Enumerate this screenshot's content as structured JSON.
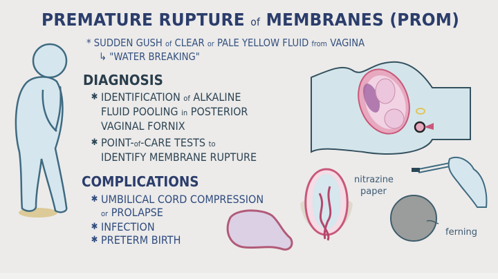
{
  "title": {
    "part1": "PREMATURE RUPTURE ",
    "part2": "of",
    "part3": " MEMBRANES (PROM)"
  },
  "intro": {
    "bullet": "*",
    "text1": "SUDDEN GUSH ",
    "of": "of",
    "text2": " CLEAR ",
    "or": "or",
    "text3": " PALE YELLOW FLUID ",
    "from": "from",
    "text4": " VAGINA",
    "arrow": "↳",
    "sub": "\"WATER BREAKING\""
  },
  "diagnosis": {
    "heading": "DIAGNOSIS",
    "items": [
      {
        "line1a": "IDENTIFICATION ",
        "line1b": "of",
        "line1c": " ALKALINE",
        "line2a": "FLUID POOLING ",
        "line2b": "in",
        "line2c": " POSTERIOR",
        "line3": "VAGINAL FORNIX"
      },
      {
        "line1a": "POINT-",
        "line1b": "of",
        "line1c": "-CARE TESTS ",
        "line1d": "to",
        "line2": "IDENTIFY MEMBRANE RUPTURE"
      }
    ]
  },
  "complications": {
    "heading": "COMPLICATIONS",
    "items": [
      {
        "line1": "UMBILICAL CORD COMPRESSION",
        "line2a": "or",
        "line2b": " PROLAPSE"
      },
      {
        "line1": "INFECTION"
      },
      {
        "line1": "PRETERM BIRTH"
      }
    ]
  },
  "labels": {
    "nitrazine1": "nitrazine",
    "nitrazine2": "paper",
    "ferning": "ferning"
  },
  "colors": {
    "background": "#ecebea",
    "title": "#2b3d6b",
    "text": "#34507e",
    "figure_fill": "#d5e6ee",
    "figure_stroke": "#3f6a80",
    "uterus": "#d46a8a"
  }
}
